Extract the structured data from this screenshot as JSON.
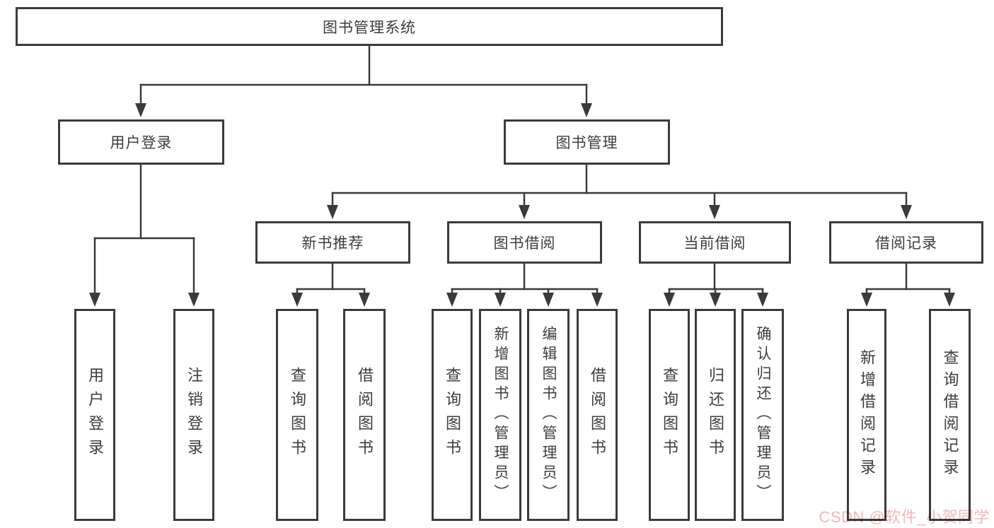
{
  "diagram": {
    "root": "图书管理系统",
    "branches": [
      {
        "label": "用户登录",
        "children": [
          "用户登录",
          "注销登录"
        ]
      },
      {
        "label": "图书管理",
        "groups": [
          {
            "label": "新书推荐",
            "children": [
              "查询图书",
              "借阅图书"
            ]
          },
          {
            "label": "图书借阅",
            "children": [
              "查询图书",
              "新增图书（管理员）",
              "编辑图书（管理员）",
              "借阅图书"
            ]
          },
          {
            "label": "当前借阅",
            "children": [
              "查询图书",
              "归还图书",
              "确认归还（管理员）"
            ]
          },
          {
            "label": "借阅记录",
            "children": [
              "新增借阅记录",
              "查询借阅记录"
            ]
          }
        ]
      }
    ]
  },
  "watermark": {
    "text": "CSDN @软件_小贺同学"
  },
  "colors": {
    "line": "#3a3a3a",
    "border": "#3b3b3b",
    "text": "#3d3d3d",
    "watermark": "#f2b8b8",
    "background": "#ffffff"
  }
}
